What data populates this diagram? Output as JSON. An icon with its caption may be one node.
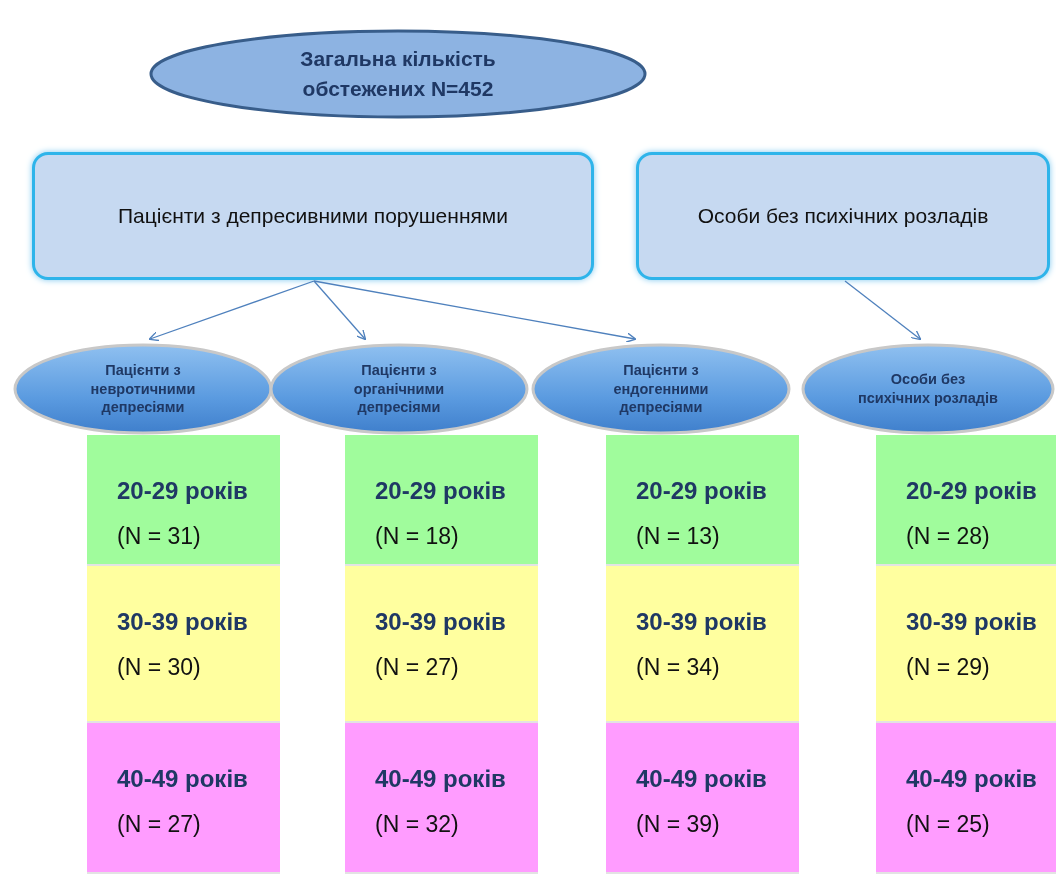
{
  "diagram": {
    "nodes": [
      {
        "text": [
          "Загальна кількість обстежених N=452"
        ]
      },
      {
        "text": [
          "Пацієнти з депресивними порушеннями"
        ]
      },
      {
        "text": [
          "Особи без психічних розладів"
        ]
      },
      {
        "text": [
          "Пацієнти з невротичними депресіями"
        ]
      },
      {
        "text": [
          "Пацієнти з органічними депресіями"
        ]
      },
      {
        "text": [
          "Пацієнти з ендогенними депресіями"
        ]
      },
      {
        "text": [
          "Особи без психічних розладів"
        ]
      },
      {
        "text": [
          "20-29 років",
          "(N = 31)"
        ]
      },
      {
        "text": [
          "30-39 років",
          "(N = 30)"
        ]
      },
      {
        "text": [
          "40-49 років",
          "(N = 27)"
        ]
      },
      {
        "text": [
          "20-29 років",
          "(N = 18)"
        ]
      },
      {
        "text": [
          "30-39 років",
          "(N = 27)"
        ]
      },
      {
        "text": [
          "40-49 років",
          "(N = 32)"
        ]
      },
      {
        "text": [
          "20-29 років",
          "(N = 13)"
        ]
      },
      {
        "text": [
          "30-39 років",
          "(N = 34)"
        ]
      },
      {
        "text": [
          "40-49 років",
          "(N = 39)"
        ]
      },
      {
        "text": [
          "20-29 років",
          "(N = 28)"
        ]
      },
      {
        "text": [
          "30-39 років",
          "(N = 29)"
        ]
      },
      {
        "text": [
          "40-49 років",
          "(N = 25)"
        ]
      }
    ],
    "edges": [
      {
        "from": 1,
        "to": 3,
        "arrow": "to"
      },
      {
        "from": 1,
        "to": 4,
        "arrow": "to"
      },
      {
        "from": 1,
        "to": 5,
        "arrow": "to"
      },
      {
        "from": 2,
        "to": 6,
        "arrow": "to"
      }
    ]
  }
}
